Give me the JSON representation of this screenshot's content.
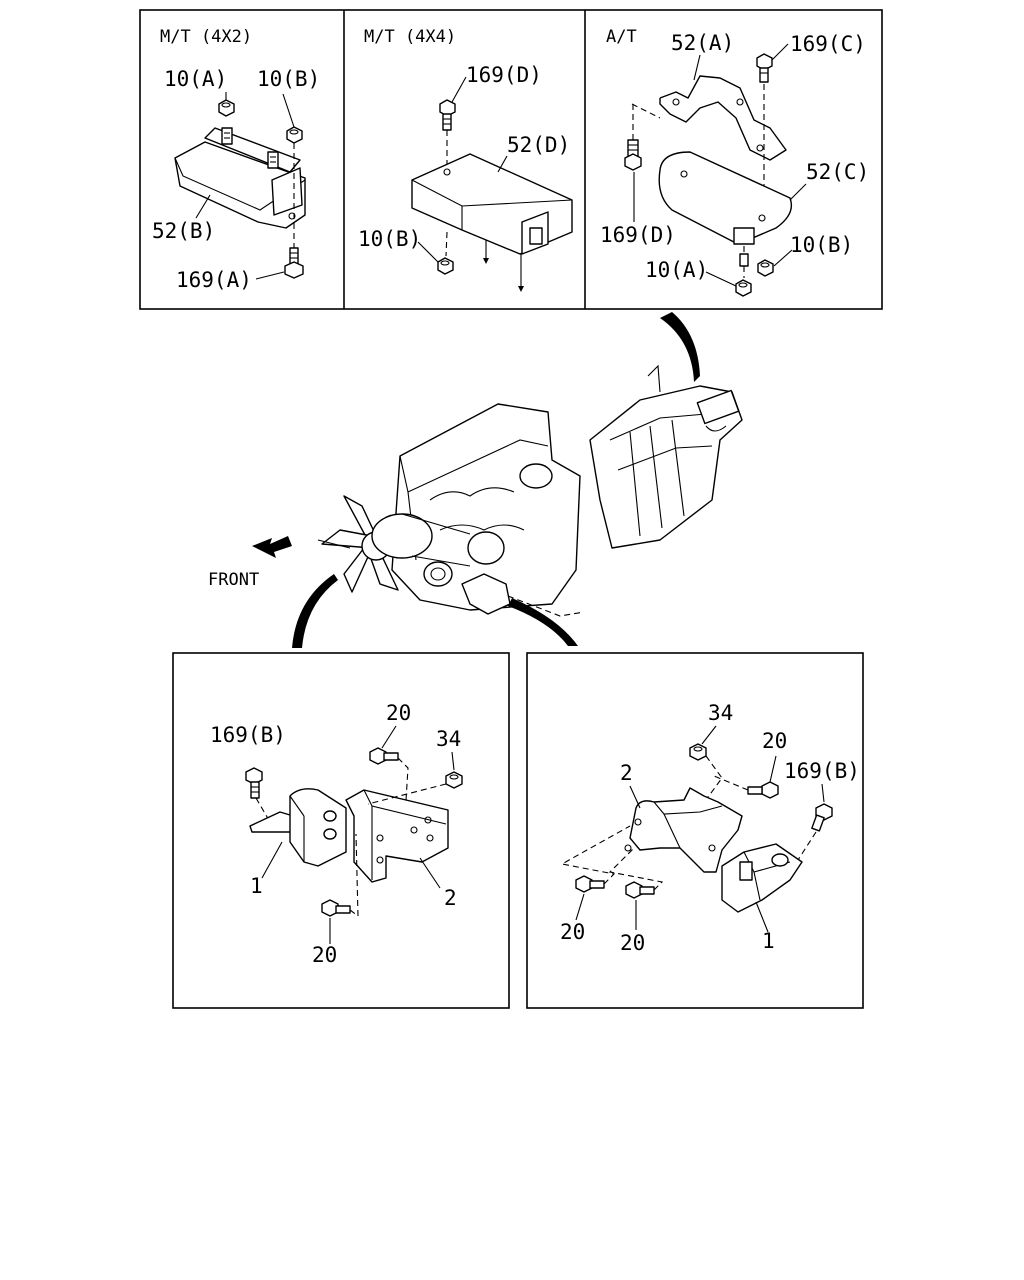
{
  "title": "",
  "panels": {
    "mt4x2": {
      "header": "M/T (4X2)",
      "labels": {
        "nut_a": "10(A)",
        "nut_b": "10(B)",
        "mount": "52(B)",
        "bolt_a": "169(A)"
      }
    },
    "mt4x4": {
      "header": "M/T (4X4)",
      "labels": {
        "bolt_d": "169(D)",
        "mount": "52(D)",
        "nut_b": "10(B)"
      }
    },
    "at": {
      "header": "A/T",
      "labels": {
        "bracket_a": "52(A)",
        "bolt_c": "169(C)",
        "mount_c": "52(C)",
        "bolt_d": "169(D)",
        "nut_b": "10(B)",
        "nut_a": "10(A)"
      }
    },
    "left_mount": {
      "labels": {
        "bolt_b": "169(B)",
        "bolt_top": "20",
        "nut": "34",
        "insulator": "1",
        "bracket": "2",
        "bolt_bottom": "20"
      }
    },
    "right_mount": {
      "labels": {
        "nut": "34",
        "bolt_top": "20",
        "bolt_b": "169(B)",
        "bracket": "2",
        "bolt_left": "20",
        "bolt_mid": "20",
        "insulator": "1"
      }
    }
  },
  "front_label": "FRONT"
}
